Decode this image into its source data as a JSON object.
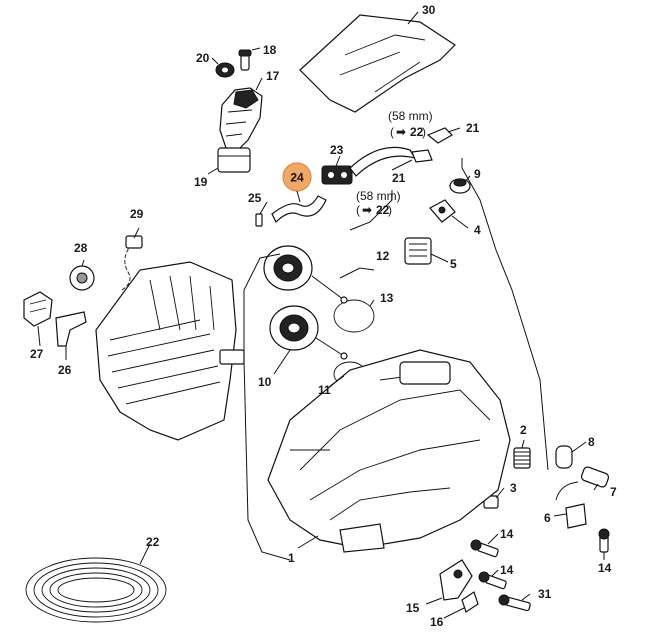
{
  "diagram": {
    "highlight_color": "#f0a868",
    "highlighted_part": "24",
    "callouts": [
      {
        "id": "c30",
        "label": "30"
      },
      {
        "id": "c18",
        "label": "18"
      },
      {
        "id": "c20",
        "label": "20"
      },
      {
        "id": "c17",
        "label": "17"
      },
      {
        "id": "c19",
        "label": "19"
      },
      {
        "id": "c23",
        "label": "23"
      },
      {
        "id": "c21a",
        "label": "21"
      },
      {
        "id": "c21b",
        "label": "21"
      },
      {
        "id": "c24",
        "label": "24"
      },
      {
        "id": "c25",
        "label": "25"
      },
      {
        "id": "c9",
        "label": "9"
      },
      {
        "id": "c4",
        "label": "4"
      },
      {
        "id": "c5",
        "label": "5"
      },
      {
        "id": "c29",
        "label": "29"
      },
      {
        "id": "c28",
        "label": "28"
      },
      {
        "id": "c12",
        "label": "12"
      },
      {
        "id": "c13",
        "label": "13"
      },
      {
        "id": "c27",
        "label": "27"
      },
      {
        "id": "c26",
        "label": "26"
      },
      {
        "id": "c10",
        "label": "10"
      },
      {
        "id": "c11",
        "label": "11"
      },
      {
        "id": "c2",
        "label": "2"
      },
      {
        "id": "c8",
        "label": "8"
      },
      {
        "id": "c3",
        "label": "3"
      },
      {
        "id": "c7",
        "label": "7"
      },
      {
        "id": "c6",
        "label": "6"
      },
      {
        "id": "c22",
        "label": "22"
      },
      {
        "id": "c1",
        "label": "1"
      },
      {
        "id": "c14a",
        "label": "14"
      },
      {
        "id": "c14b",
        "label": "14"
      },
      {
        "id": "c14c",
        "label": "14"
      },
      {
        "id": "c31",
        "label": "31"
      },
      {
        "id": "c15",
        "label": "15"
      },
      {
        "id": "c16",
        "label": "16"
      }
    ],
    "notes": {
      "top_measure": "(58 mm)",
      "top_ref": "22",
      "bottom_measure": "(58 mm)",
      "bottom_ref": "22",
      "ref_arrow": "➡"
    }
  }
}
